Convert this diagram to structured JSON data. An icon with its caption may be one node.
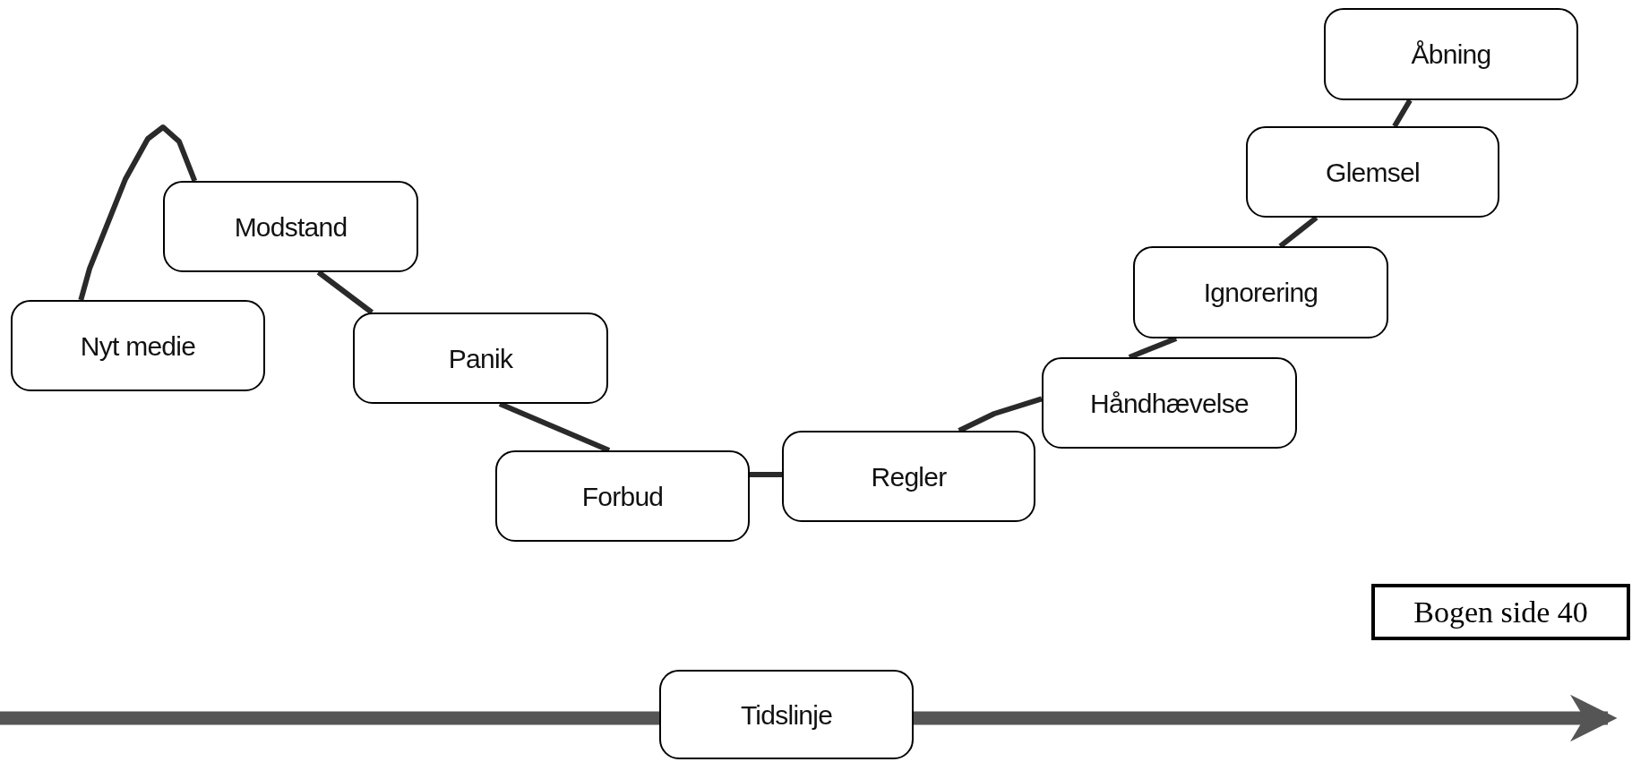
{
  "diagram": {
    "nodes": [
      {
        "text": [
          "Nyt medie"
        ]
      },
      {
        "text": [
          "Modstand"
        ]
      },
      {
        "text": [
          "Panik"
        ]
      },
      {
        "text": [
          "Forbud"
        ]
      },
      {
        "text": [
          "Regler"
        ]
      },
      {
        "text": [
          "Håndhævelse"
        ]
      },
      {
        "text": [
          "Ignorering"
        ]
      },
      {
        "text": [
          "Glemsel"
        ]
      },
      {
        "text": [
          "Åbning"
        ]
      },
      {
        "text": [
          "Tidslinje"
        ]
      },
      {
        "text": [
          "Bogen side 40"
        ]
      }
    ],
    "edges": [
      {
        "from": 0,
        "to": 1,
        "arrow": "none"
      },
      {
        "from": 1,
        "to": 2,
        "arrow": "none"
      },
      {
        "from": 2,
        "to": 3,
        "arrow": "none"
      },
      {
        "from": 3,
        "to": 4,
        "arrow": "none"
      },
      {
        "from": 4,
        "to": 5,
        "arrow": "none"
      },
      {
        "from": 5,
        "to": 6,
        "arrow": "none"
      },
      {
        "from": 6,
        "to": 7,
        "arrow": "none"
      },
      {
        "from": 7,
        "to": 8,
        "arrow": "none"
      },
      {
        "from": null,
        "to": 9,
        "arrow": "none",
        "style": "thick",
        "color": "#555555"
      },
      {
        "from": 9,
        "to": null,
        "arrow": "to",
        "style": "thick",
        "color": "#555555"
      }
    ]
  }
}
